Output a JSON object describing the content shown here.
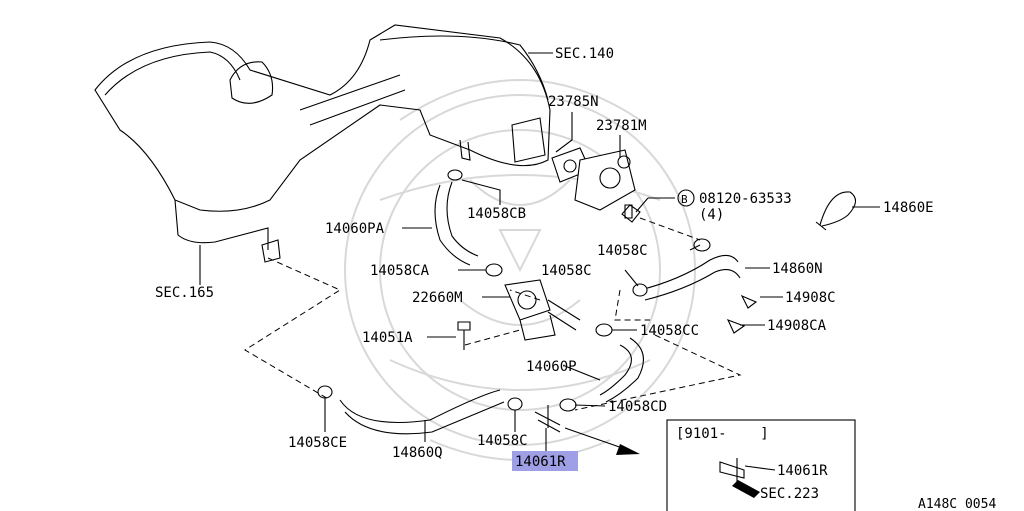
{
  "labels": {
    "sec140": "SEC.140",
    "p23785n": "23785N",
    "p23781m": "23781M",
    "bolt_circle": "B",
    "p08120": "08120-63533",
    "p08120_qty": "(4)",
    "p14860e": "14860E",
    "p14058cb": "14058CB",
    "p14060pa": "14060PA",
    "p14058c_a": "14058C",
    "p14860n": "14860N",
    "sec165": "SEC.165",
    "p14058ca": "14058CA",
    "p14058c_b": "14058C",
    "p14908c": "14908C",
    "p22660m": "22660M",
    "p14058cc": "14058CC",
    "p14908ca": "14908CA",
    "p14051a": "14051A",
    "p14060p": "14060P",
    "p14058cd": "14058CD",
    "p14058ce": "14058CE",
    "p14058c_c": "14058C",
    "p14860q": "14860Q",
    "p14061r": "14061R",
    "inset_range": "[9101-    ]",
    "inset_14061r": "14061R",
    "inset_sec223": "SEC.223",
    "footer_code": "A148C 0054"
  },
  "colors": {
    "highlight": "#9f9fe6",
    "line": "#000000",
    "watermark": "#d8d8d8"
  }
}
